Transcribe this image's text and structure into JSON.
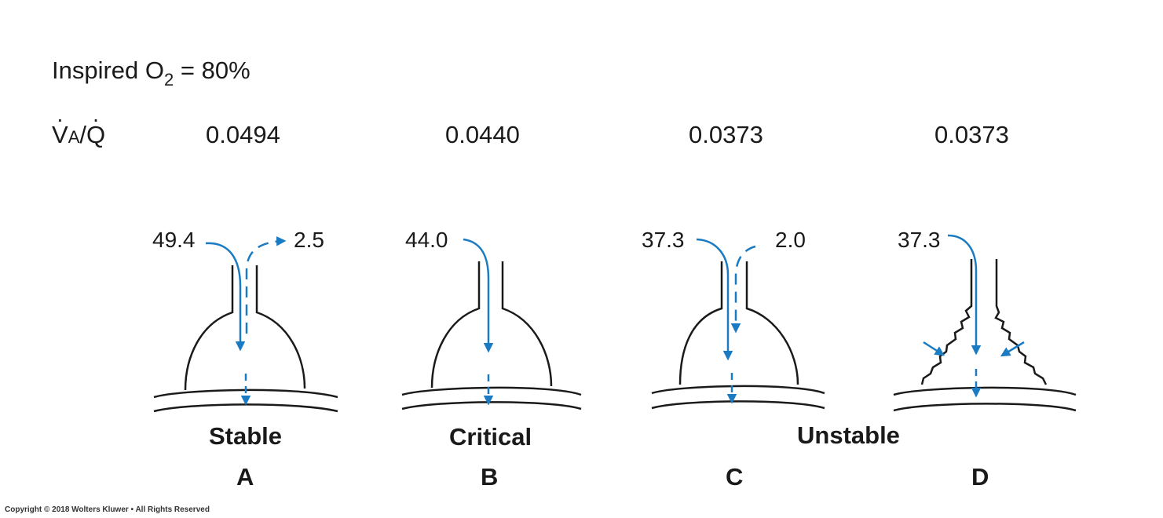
{
  "header": {
    "inspired_prefix": "Inspired O",
    "inspired_sub": "2",
    "inspired_suffix": " = 80%",
    "va_v": "V",
    "va_a": "A",
    "va_slash": "/",
    "va_q": "Q"
  },
  "colors": {
    "flow": "#1b7bc2",
    "outline": "#1a1a1a"
  },
  "panels": [
    {
      "id": "A",
      "letter": "A",
      "ratio": "0.0494",
      "inflow": "49.4",
      "outflow": "2.5",
      "state": "Stable"
    },
    {
      "id": "B",
      "letter": "B",
      "ratio": "0.0440",
      "inflow": "44.0",
      "outflow": "",
      "state": "Critical"
    },
    {
      "id": "C",
      "letter": "C",
      "ratio": "0.0373",
      "inflow": "37.3",
      "outflow": "2.0",
      "state": "Unstable"
    },
    {
      "id": "D",
      "letter": "D",
      "ratio": "0.0373",
      "inflow": "37.3",
      "outflow": "",
      "state": ""
    }
  ],
  "copyright": "Copyright © 2018 Wolters Kluwer • All Rights Reserved"
}
